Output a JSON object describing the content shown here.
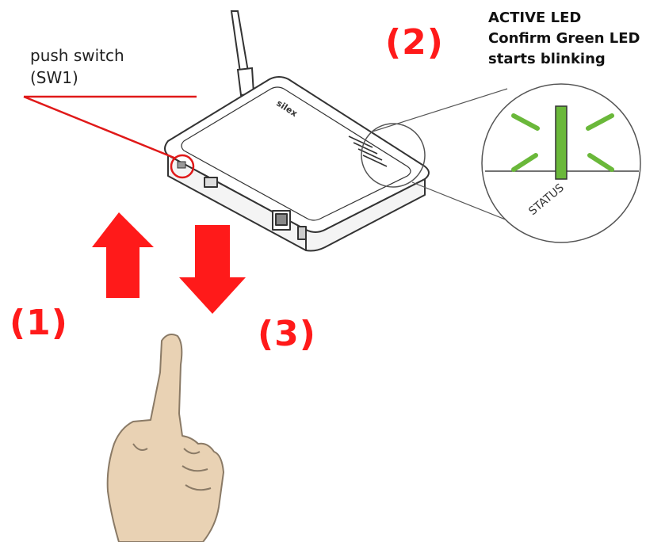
{
  "switch_label": {
    "line1": "push switch",
    "line2": "(SW1)"
  },
  "steps": {
    "step1": "(1)",
    "step2": "(2)",
    "step3": "(3)"
  },
  "led_note": {
    "line1": "ACTIVE LED",
    "line2": "Confirm Green LED",
    "line3": "starts blinking"
  },
  "status_label": "STATUS",
  "device_brand": "silex",
  "colors": {
    "arrow": "#ff1a1a",
    "led": "#6ab83a",
    "leader": "#e01919",
    "outline": "#333333",
    "skin": "#e9d2b4"
  }
}
